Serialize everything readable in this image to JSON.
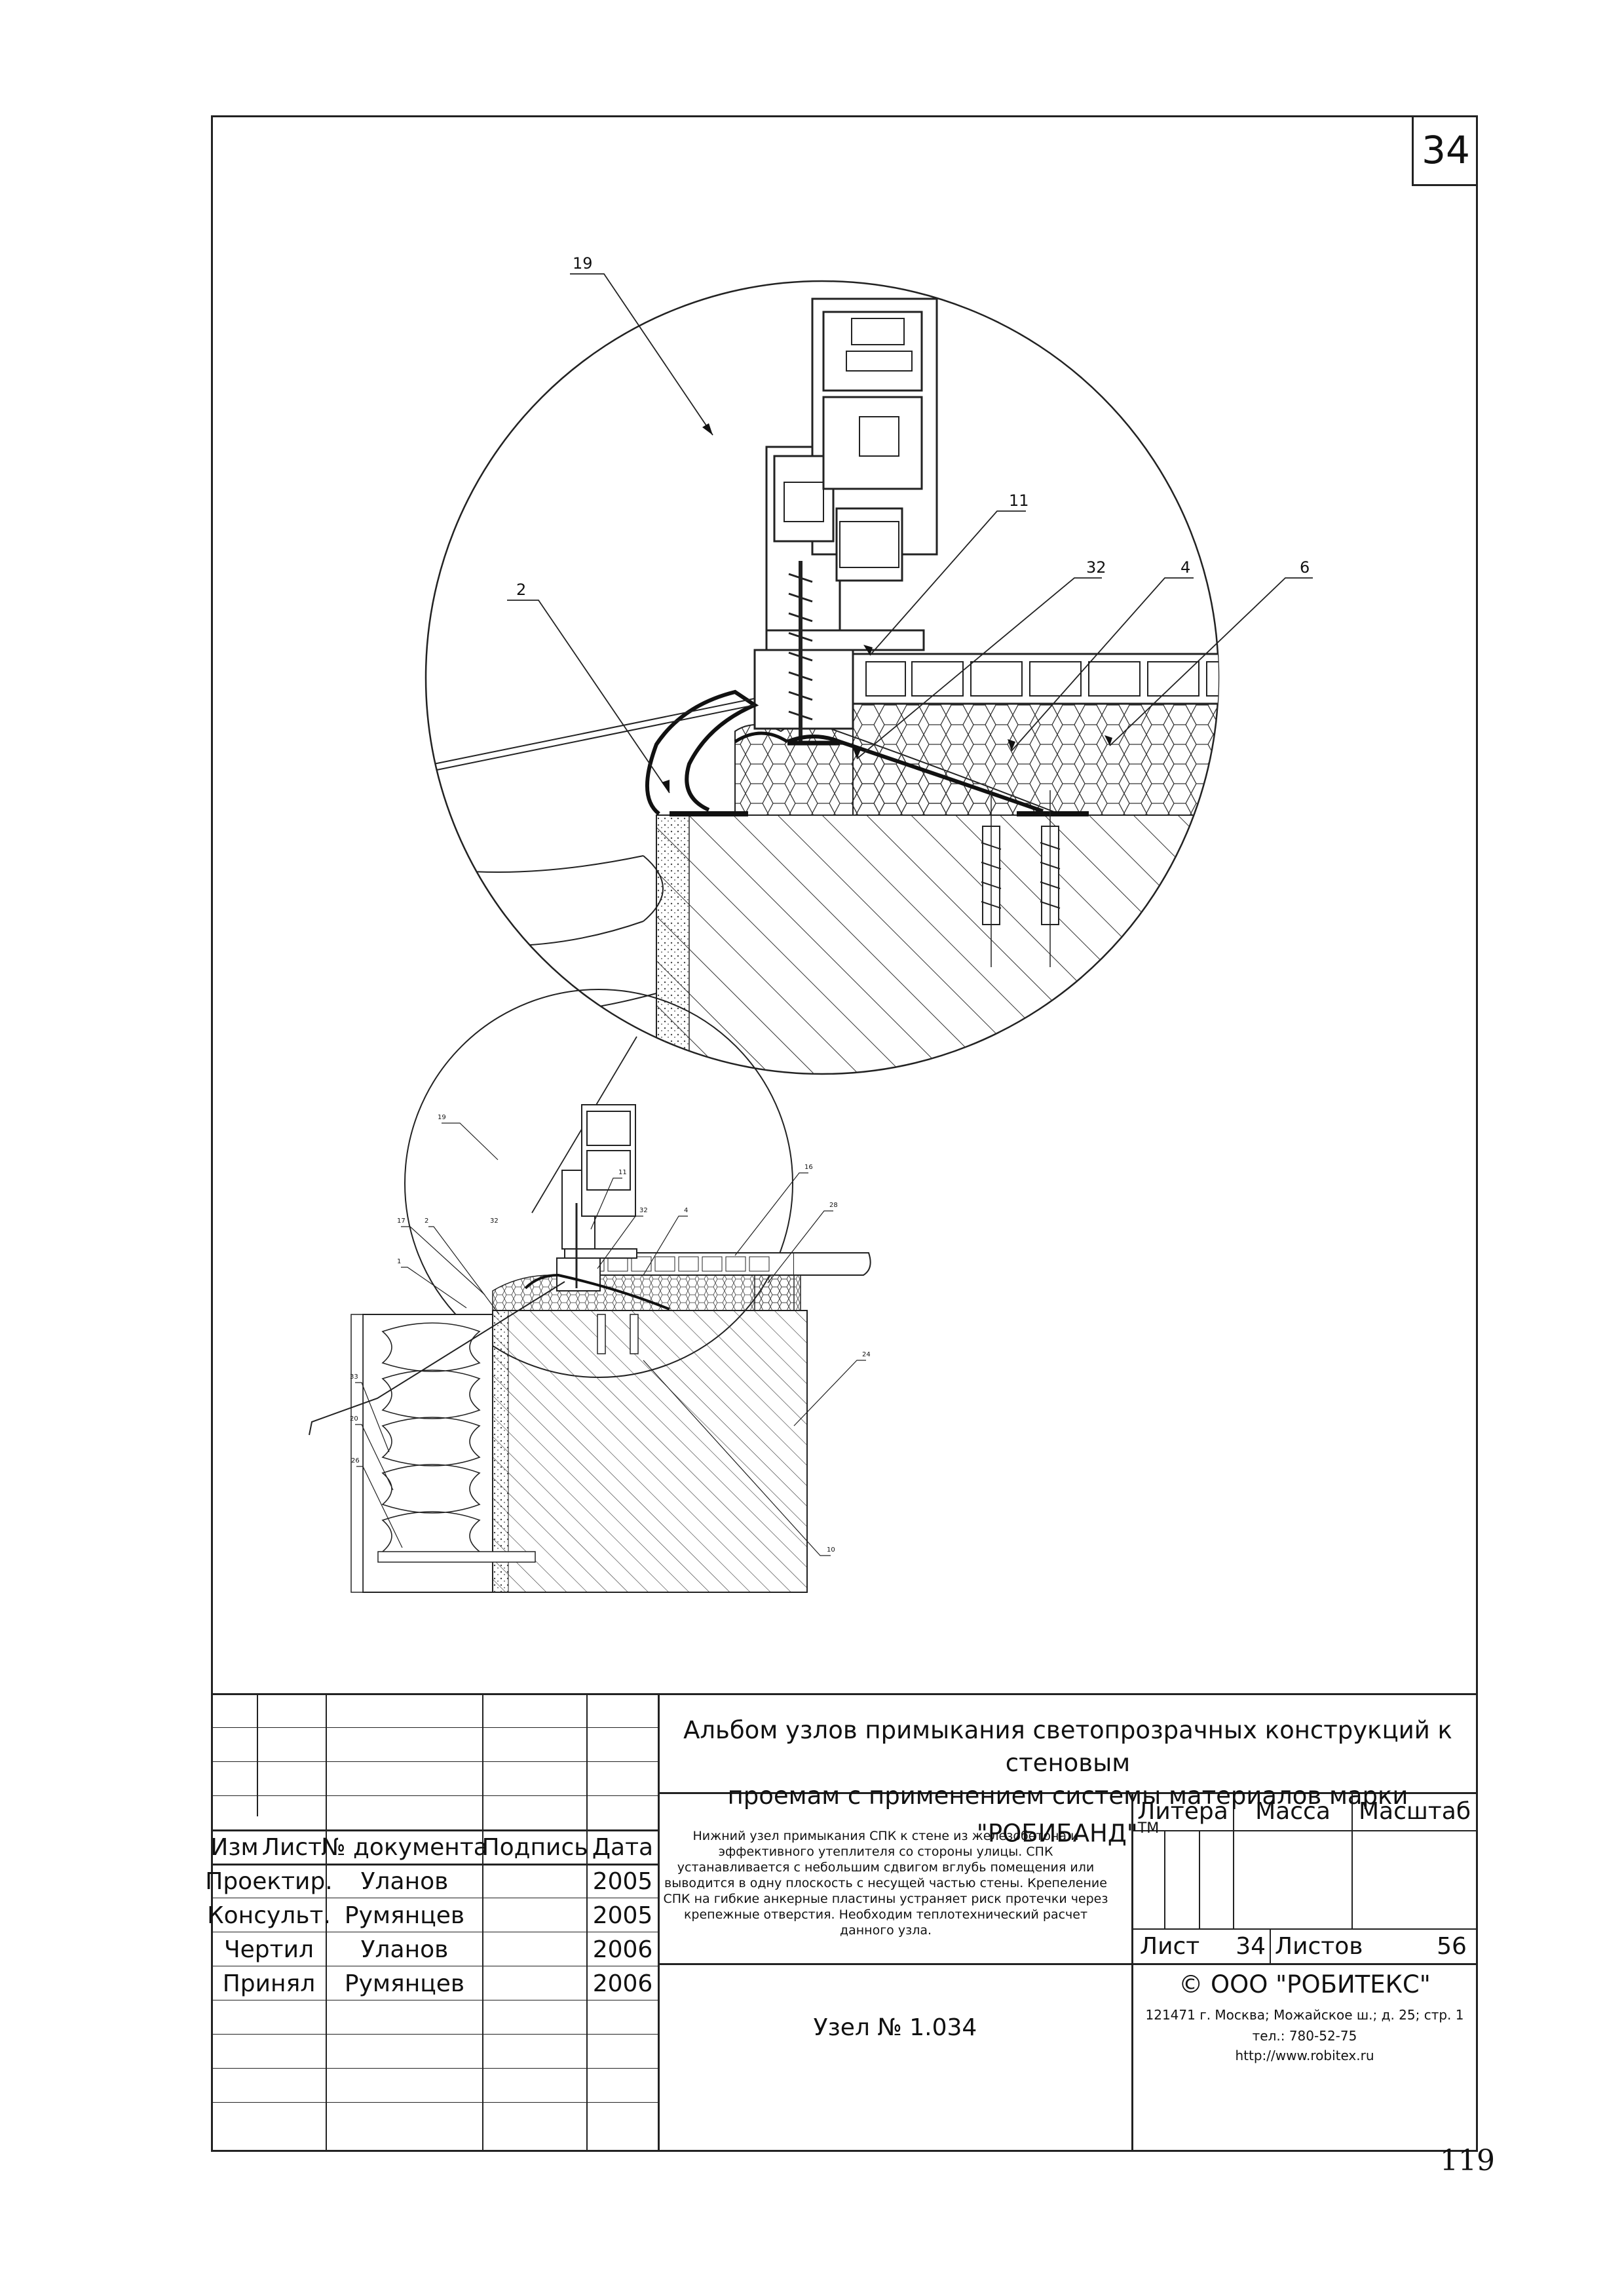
{
  "sheet_number": "34",
  "page_number": "119",
  "callouts_main": [
    "19",
    "11",
    "32",
    "4",
    "6",
    "2"
  ],
  "callouts_overview": [
    "19",
    "11",
    "32",
    "4",
    "16",
    "28",
    "17",
    "1",
    "2",
    "33",
    "20",
    "26",
    "24",
    "10",
    "32"
  ],
  "title_block": {
    "album_title_line1": "Альбом узлов примыкания светопрозрачных конструкций к стеновым",
    "album_title_line2": "проемам с применением системы материалов марки \"РОБИБАНД\"",
    "trademark": "ТМ",
    "headers": {
      "izm": "Изм",
      "list": "Лист",
      "doc": "№ документа",
      "sign": "Подпись",
      "date": "Дата"
    },
    "rows": [
      {
        "role": "Проектир.",
        "name": "Уланов",
        "date": "2005"
      },
      {
        "role": "Консульт.",
        "name": "Румянцев",
        "date": "2005"
      },
      {
        "role": "Чертил",
        "name": "Уланов",
        "date": "2006"
      },
      {
        "role": "Принял",
        "name": "Румянцев",
        "date": "2006"
      }
    ],
    "description": "Нижний узел примыкания СПК к стене из железобетона и эффективного утеплителя со стороны улицы. СПК устанавливается с небольшим сдвигом вглубь помещения или выводится в одну плоскость с несущей частью стены. Крепеление СПК на гибкие анкерные пластины устраняет риск протечки через крепежные отверстия. Необходим теплотехнический расчет данного узла.",
    "litera": "Литера",
    "massa": "Масса",
    "masshtab": "Масштаб",
    "list_label": "Лист",
    "list_value": "34",
    "listov_label": "Листов",
    "listov_value": "56",
    "node": "Узел № 1.034",
    "company": "©   ООО \"РОБИТЕКС\"",
    "address": "121471 г. Москва; Можайское ш.; д. 25; стр. 1",
    "phone": "тел.: 780-52-75",
    "url": "http://www.robitex.ru"
  }
}
